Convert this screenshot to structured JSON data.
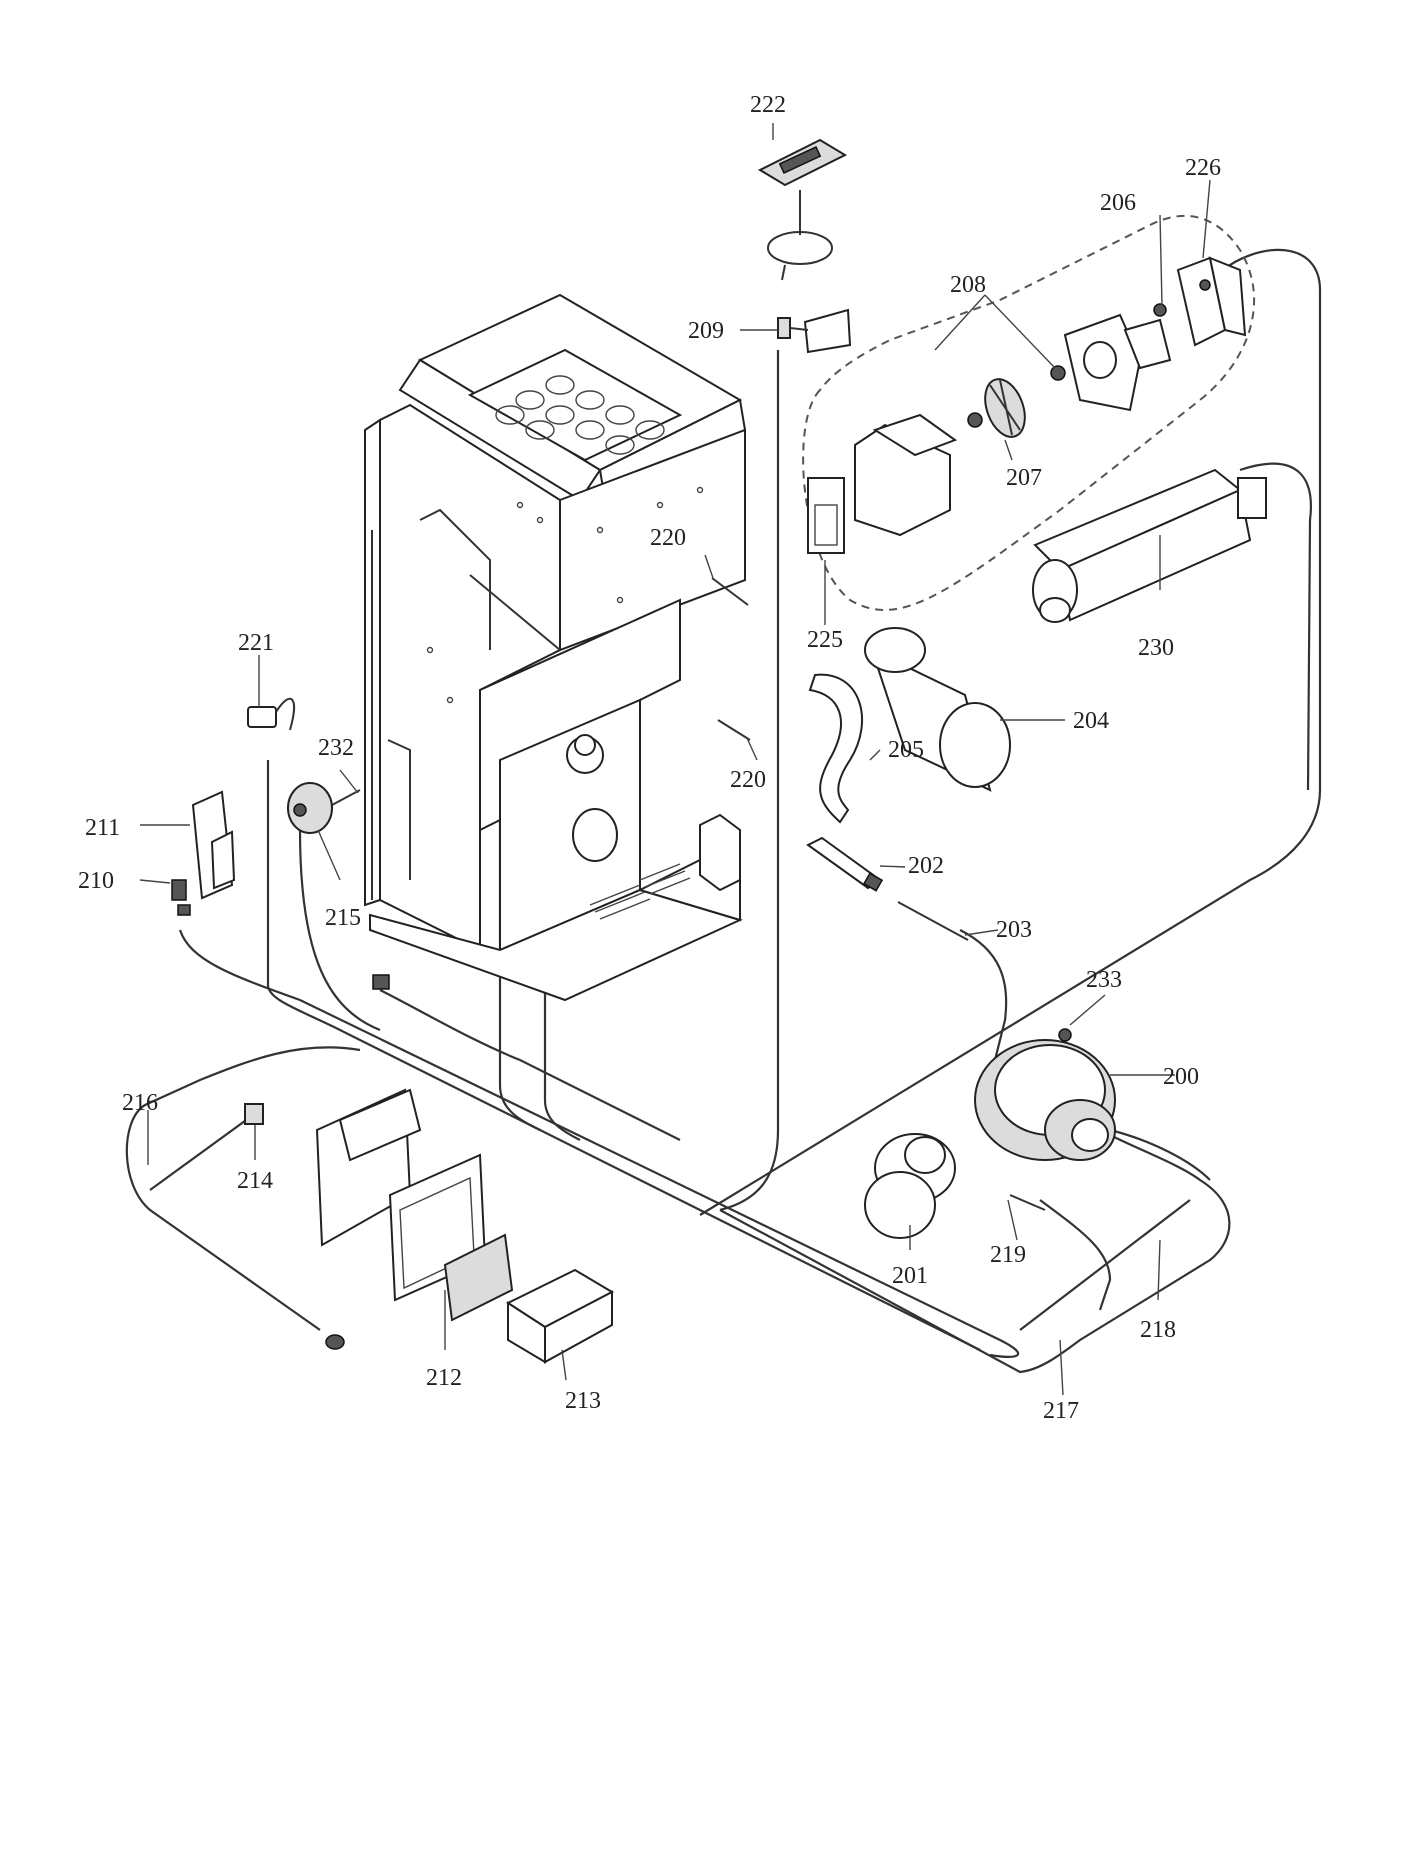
{
  "diagram": {
    "labels": {
      "l200": "200",
      "l201": "201",
      "l202": "202",
      "l203": "203",
      "l204": "204",
      "l205": "205",
      "l206": "206",
      "l207": "207",
      "l208": "208",
      "l209": "209",
      "l210": "210",
      "l211": "211",
      "l212": "212",
      "l213": "213",
      "l214": "214",
      "l215": "215",
      "l216": "216",
      "l217": "217",
      "l218": "218",
      "l219": "219",
      "l220a": "220",
      "l220b": "220",
      "l221": "221",
      "l222": "222",
      "l225": "225",
      "l226": "226",
      "l230": "230",
      "l232": "232",
      "l233": "233"
    }
  }
}
